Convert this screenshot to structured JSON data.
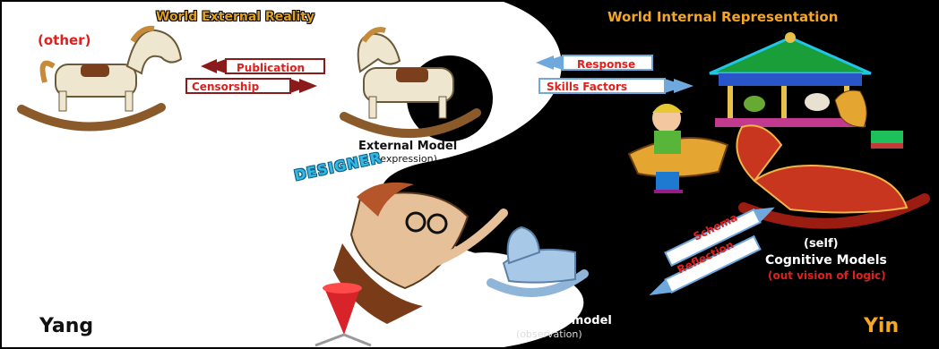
{
  "diagram": {
    "title_left": "World External  Reality",
    "title_right": "World Internal Representation",
    "other_label": "(other)",
    "external_model": "External Model",
    "external_model_sub": "(expression)",
    "designer_label": "DESIGNER",
    "yang_label": "Yang",
    "yin_label": "Yin",
    "self_label": "(self)",
    "cognitive_models": "Cognitive Models",
    "cognitive_sub": "(out vision of logic)",
    "perceptual_model": "Perceptual model",
    "perceptual_sub": "(observation)"
  },
  "arrows": {
    "publication": "Publication",
    "censorship": "Censorship",
    "response": "Response",
    "skills_factors": "Skills Factors",
    "schema": "Schema",
    "reflection": "Reflection"
  },
  "colors": {
    "yang_bg": "#ffffff",
    "yin_bg": "#000000",
    "arrow_red": "#8b1a1a",
    "arrow_blue": "#6fa8dc",
    "label_red": "#e0201c",
    "accent_orange": "#f5a623"
  },
  "icons": [
    "rocking-horse-icon",
    "carousel-icon",
    "child-on-spring-horse-icon",
    "designer-caricature-icon",
    "stool-icon"
  ]
}
